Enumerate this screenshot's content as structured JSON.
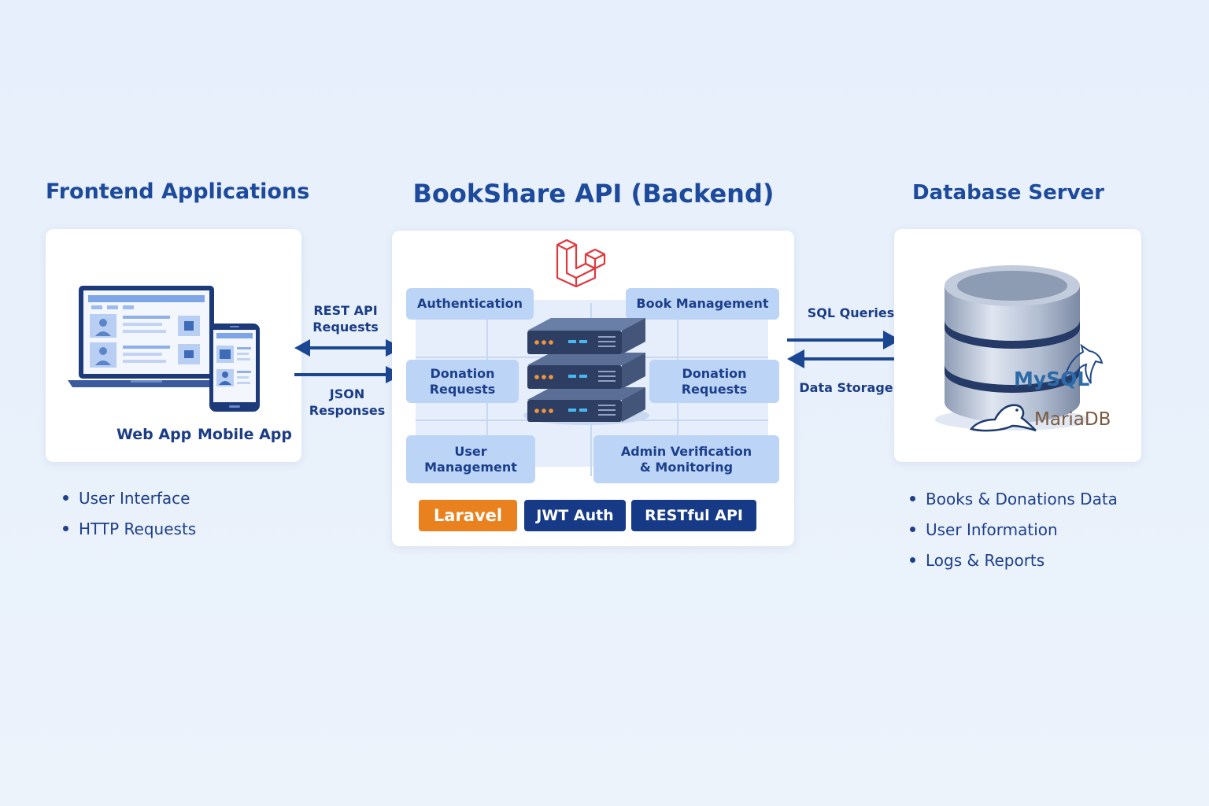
{
  "frontend": {
    "title": "Frontend Applications",
    "web_label": "Web App",
    "mobile_label": "Mobile App",
    "bullets": [
      "User Interface",
      "HTTP Requests"
    ]
  },
  "backend": {
    "title": "BookShare API (Backend)",
    "modules": {
      "authentication": "Authentication",
      "book_management": "Book Management",
      "donation_requests_left": "Donation\nRequests",
      "donation_requests_right": "Donation\nRequests",
      "user_management": "User\nManagement",
      "admin_verification": "Admin Verification\n& Monitoring"
    },
    "tech": {
      "laravel": "Laravel",
      "jwt": "JWT Auth",
      "restful": "RESTful API"
    },
    "colors": {
      "laravel_orange": "#e9811f",
      "navy": "#163a86",
      "module_blue": "#bcd4f6",
      "laravel_red": "#e0373c"
    }
  },
  "database": {
    "title": "Database Server",
    "mysql_label": "MySQL",
    "mariadb_label": "MariaDB",
    "bullets": [
      "Books & Donations Data",
      "User Information",
      "Logs & Reports"
    ]
  },
  "connectors": {
    "left_top": "REST API\nRequests",
    "left_bottom": "JSON\nResponses",
    "right_top": "SQL Queries",
    "right_bottom": "Data Storage"
  },
  "icons": [
    "laptop-icon",
    "phone-icon",
    "laravel-logo-icon",
    "server-stack-icon",
    "database-cylinder-icon",
    "dolphin-icon",
    "seal-icon"
  ]
}
